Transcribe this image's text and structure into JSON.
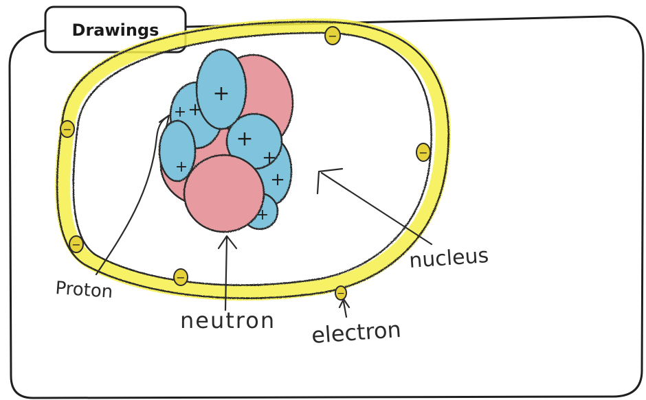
{
  "title": "Drawings",
  "labels": {
    "proton": "Proton",
    "neutron": "neutron",
    "electron": "electron",
    "nucleus": "nucleus"
  },
  "symbols": {
    "proton_charge": "+",
    "electron_charge": "−"
  },
  "colors": {
    "frame": "#1f1f1f",
    "orbit": "#2a2a2a",
    "orbit_glow": "#f4ef4a",
    "proton": "#7fc4dc",
    "neutron": "#e79aa0",
    "electron": "#e6d23a"
  }
}
